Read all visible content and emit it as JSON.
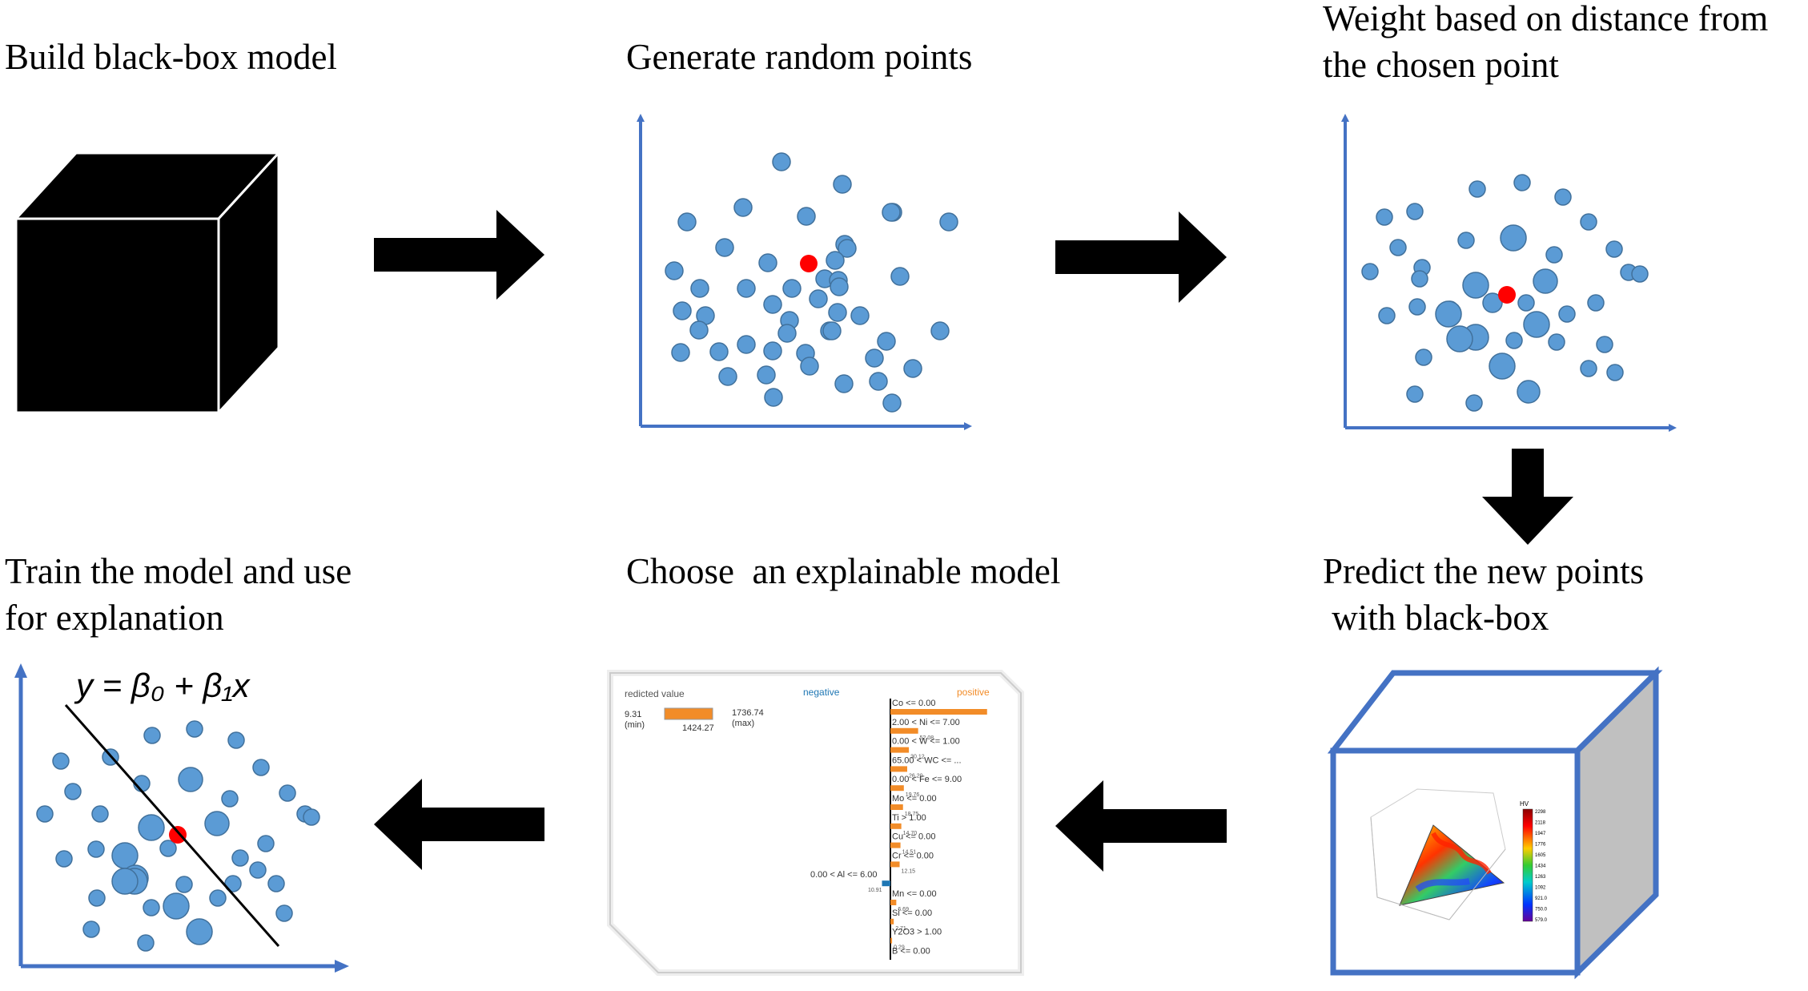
{
  "steps": {
    "build": {
      "text": "Build black-box model"
    },
    "generate": {
      "text": "Generate random points"
    },
    "weight": {
      "line1": "Weight based on distance from",
      "line2": "the chosen point"
    },
    "predict": {
      "line1": "Predict the new points",
      "line2": " with black-box"
    },
    "choose": {
      "text": "Choose  an explainable model"
    },
    "train": {
      "line1": "Train the model and use",
      "line2": "for explanation"
    }
  },
  "equation": "y = β₀ + β₁x",
  "explain_chart": {
    "header_left": "redicted value",
    "header_negative": "negative",
    "header_positive": "positive",
    "min_value": "9.31",
    "min_label": "(min)",
    "predicted": "1424.27",
    "max_value": "1736.74",
    "max_label": "(max)",
    "features": [
      {
        "label": "Co <= 0.00",
        "value": "",
        "side": "pos",
        "w": 115
      },
      {
        "label": "2.00 < Ni <= 7.00",
        "value": "52.08",
        "side": "pos",
        "w": 33
      },
      {
        "label": "0.00 < W <= 1.00",
        "value": "30.12",
        "side": "pos",
        "w": 22
      },
      {
        "label": "65.00 < WC <= ...",
        "value": "26.20",
        "side": "pos",
        "w": 20
      },
      {
        "label": "0.00 < Fe <= 9.00",
        "value": "19.76",
        "side": "pos",
        "w": 16
      },
      {
        "label": "Mo <= 0.00",
        "value": "18.75",
        "side": "pos",
        "w": 15
      },
      {
        "label": "Ti > 1.00",
        "value": "14.70",
        "side": "pos",
        "w": 13
      },
      {
        "label": "Cu <= 0.00",
        "value": "14.51",
        "side": "pos",
        "w": 12
      },
      {
        "label": "Cr <= 0.00",
        "value": "12.15",
        "side": "pos",
        "w": 11
      },
      {
        "label": "0.00 < Al <= 6.00",
        "value": "10.91",
        "side": "neg",
        "w": 10
      },
      {
        "label": "Mn <= 0.00",
        "value": "6.69",
        "side": "pos",
        "w": 7
      },
      {
        "label": "Si <= 0.00",
        "value": "2.71",
        "side": "pos",
        "w": 4
      },
      {
        "label": "Y2O3 > 1.00",
        "value": "0.29",
        "side": "pos",
        "w": 2
      },
      {
        "label": "B <= 0.00",
        "value": "",
        "side": "pos",
        "w": 0
      }
    ]
  },
  "colorbar_title": "HV",
  "colorbar_ticks": [
    "2298",
    "2118",
    "1947",
    "1776",
    "1605",
    "1434",
    "1263",
    "1092",
    "921.0",
    "750.0",
    "579.0"
  ],
  "colors": {
    "point_fill": "#5b9bd5",
    "point_stroke": "#41719c",
    "chosen_point": "#ff0000",
    "axis": "#4472c4",
    "arrow": "#000000",
    "positive_bar": "#f28c28",
    "negative_bar": "#1f77b4",
    "cube_gray": "#c0c0c0"
  }
}
